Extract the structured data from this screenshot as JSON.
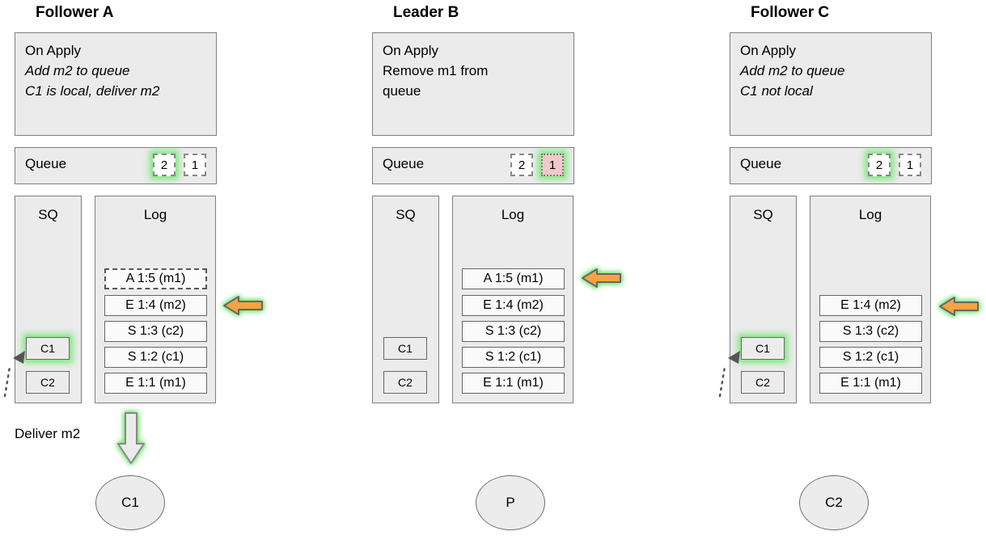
{
  "diagram": {
    "columns": [
      {
        "title": "Follower A",
        "on_apply_lines": [
          "On Apply",
          "Add m2 to queue",
          "C1 is local, deliver m2"
        ],
        "queue_label": "Queue",
        "queue_items": [
          "2",
          "1"
        ],
        "sq_label": "SQ",
        "sq_items": [
          "C1",
          "C2"
        ],
        "log_label": "Log",
        "log_entries": [
          "A 1:5 (m1)",
          "E 1:4 (m2)",
          "S 1:3 (c2)",
          "S 1:2 (c1)",
          "E 1:1 (m1)"
        ],
        "deliver_label": "Deliver m2",
        "node_label": "C1"
      },
      {
        "title": "Leader B",
        "on_apply_lines": [
          "On Apply",
          "Remove m1 from",
          "queue"
        ],
        "queue_label": "Queue",
        "queue_items": [
          "2",
          "1"
        ],
        "sq_label": "SQ",
        "sq_items": [
          "C1",
          "C2"
        ],
        "log_label": "Log",
        "log_entries": [
          "A 1:5 (m1)",
          "E 1:4 (m2)",
          "S 1:3 (c2)",
          "S 1:2 (c1)",
          "E 1:1 (m1)"
        ],
        "node_label": "P"
      },
      {
        "title": "Follower C",
        "on_apply_lines": [
          "On Apply",
          "Add m2 to queue",
          "C1 not local"
        ],
        "queue_label": "Queue",
        "queue_items": [
          "2",
          "1"
        ],
        "sq_label": "SQ",
        "sq_items": [
          "C1",
          "C2"
        ],
        "log_label": "Log",
        "log_entries": [
          "E 1:4 (m2)",
          "S 1:3 (c2)",
          "S 1:2 (c1)",
          "E 1:1 (m1)"
        ],
        "node_label": "C2"
      }
    ],
    "colors": {
      "box_fill": "#ebebeb",
      "box_border": "#7f7f7f",
      "entry_fill": "#fafafa",
      "glow_green": "#6ee66e",
      "removed_item_fill": "#f2c9c9",
      "arrow_orange": "#f5a343",
      "node_fill": "#ececec"
    }
  }
}
